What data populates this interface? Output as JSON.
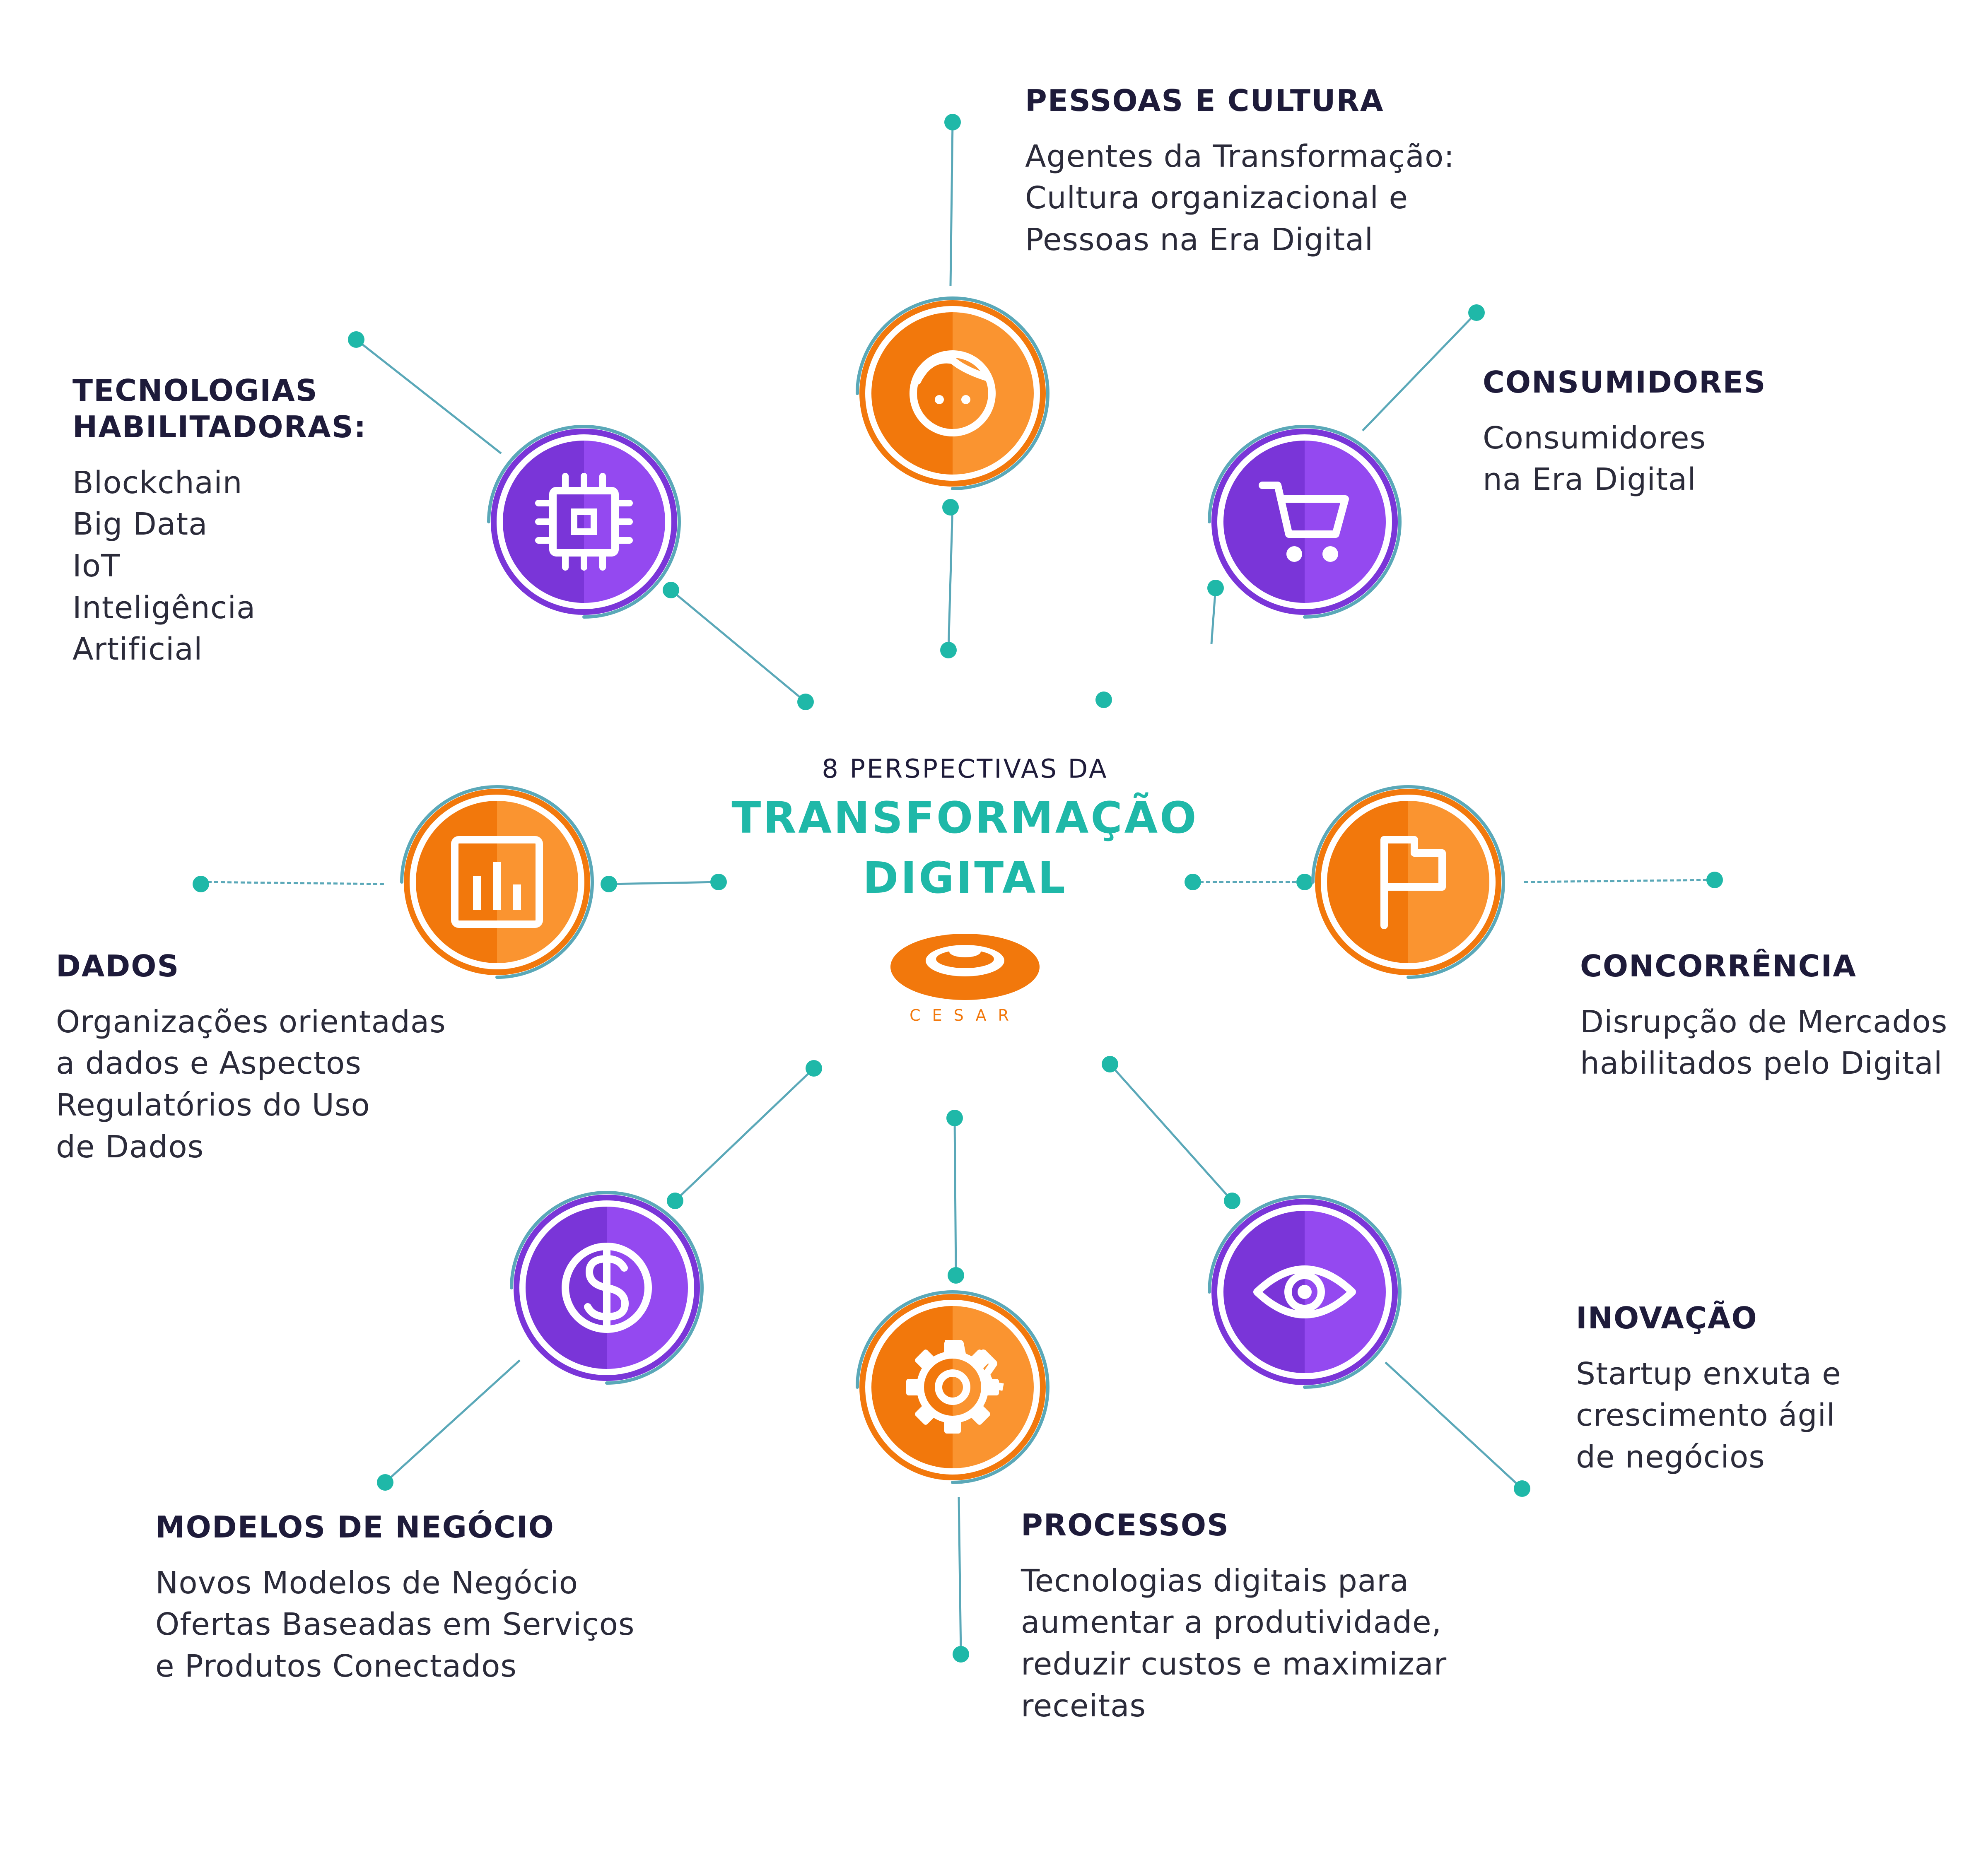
{
  "colors": {
    "teal": "#1fb8a8",
    "line": "#5aa8b8",
    "orange": "#f2780c",
    "orange_light": "#fa9430",
    "purple": "#7a35d8",
    "purple_light": "#9449f0",
    "text_dark": "#1e1b3a"
  },
  "center": {
    "subtitle": "8 PERSPECTIVAS DA",
    "title_line1": "TRANSFORMAÇÃO",
    "title_line2": "DIGITAL",
    "logo_text": "CESAR"
  },
  "perspectives": [
    {
      "key": "pessoas",
      "icon": "face-icon",
      "style": "orange",
      "title": "PESSOAS E CULTURA",
      "description": "Agentes da Transformação:\nCultura organizacional e\nPessoas na Era Digital"
    },
    {
      "key": "consumidores",
      "icon": "shopping-cart-icon",
      "style": "purple",
      "title": "CONSUMIDORES",
      "description": "Consumidores\nna Era Digital"
    },
    {
      "key": "concorrencia",
      "icon": "flag-icon",
      "style": "orange",
      "title": "CONCORRÊNCIA",
      "description": "Disrupção de Mercados\nhabilitados pelo Digital"
    },
    {
      "key": "inovacao",
      "icon": "eye-icon",
      "style": "purple",
      "title": "INOVAÇÃO",
      "description": "Startup enxuta e\ncrescimento ágil\nde negócios"
    },
    {
      "key": "processos",
      "icon": "gear-icon",
      "style": "orange",
      "title": "PROCESSOS",
      "description": "Tecnologias digitais para\naumentar a produtividade,\nreduzir custos e maximizar\nreceitas"
    },
    {
      "key": "modelos",
      "icon": "dollar-icon",
      "style": "purple",
      "title": "MODELOS DE NEGÓCIO",
      "description": "Novos Modelos de Negócio\nOfertas Baseadas em Serviços\ne Produtos Conectados"
    },
    {
      "key": "dados",
      "icon": "bar-chart-icon",
      "style": "orange",
      "title": "DADOS",
      "description": "Organizações orientadas\na dados e Aspectos\nRegulatórios do Uso\nde Dados"
    },
    {
      "key": "tecnologias",
      "icon": "chip-icon",
      "style": "purple",
      "title": "TECNOLOGIAS\nHABILITADORAS:",
      "description": "Blockchain\nBig Data\nIoT\nInteligência\nArtificial"
    }
  ]
}
